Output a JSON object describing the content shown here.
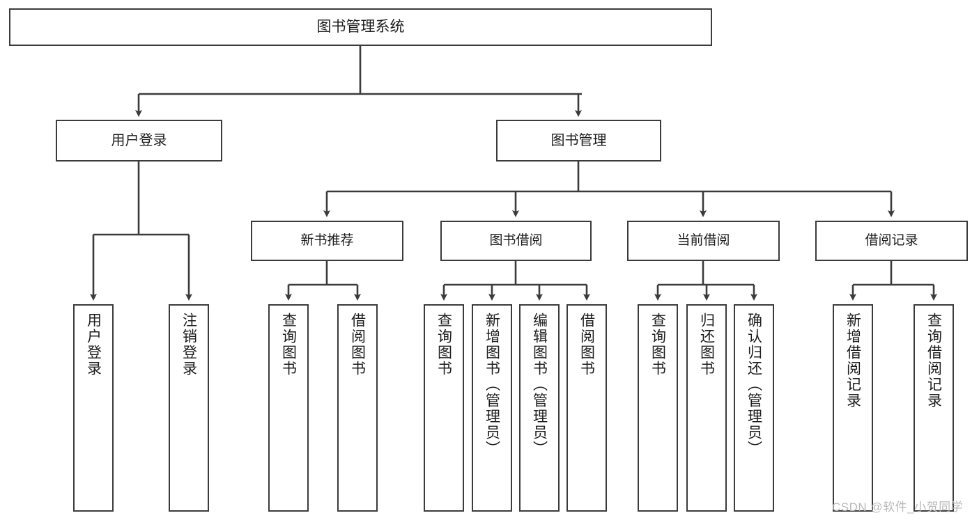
{
  "diagram": {
    "title": "图书管理系统",
    "type": "tree-hierarchy-chart",
    "root": {
      "label": "图书管理系统"
    },
    "level1": [
      {
        "label": "用户登录"
      },
      {
        "label": "图书管理"
      }
    ],
    "level2": [
      {
        "label": "新书推荐"
      },
      {
        "label": "图书借阅"
      },
      {
        "label": "当前借阅"
      },
      {
        "label": "借阅记录"
      }
    ],
    "leaves": {
      "user_login": [
        {
          "label": "用户登录"
        },
        {
          "label": "注销登录"
        }
      ],
      "new_book_recommend": [
        {
          "label": "查询图书"
        },
        {
          "label": "借阅图书"
        }
      ],
      "book_borrow": [
        {
          "label": "查询图书"
        },
        {
          "label": "新增图书（管理员）"
        },
        {
          "label": "编辑图书（管理员）"
        },
        {
          "label": "借阅图书"
        }
      ],
      "current_borrow": [
        {
          "label": "查询图书"
        },
        {
          "label": "归还图书"
        },
        {
          "label": "确认归还（管理员）"
        }
      ],
      "borrow_record": [
        {
          "label": "新增借阅记录"
        },
        {
          "label": "查询借阅记录"
        }
      ]
    }
  },
  "watermark": {
    "text": "CSDN @软件_小贺同学"
  },
  "colors": {
    "border": "#3b3b3b",
    "background": "#ffffff",
    "text": "#1d1d1d",
    "watermark": "#b9b9b9"
  }
}
